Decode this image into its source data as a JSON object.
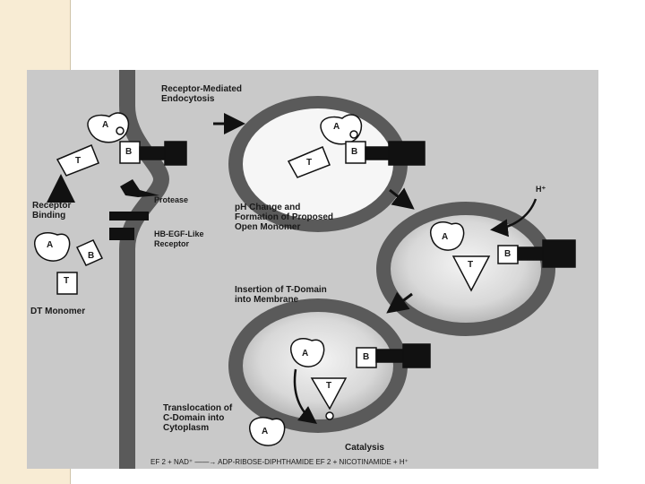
{
  "colors": {
    "slide_bg": "#ffffff",
    "left_strip": "#f8ecd4",
    "panel_bg": "#c9c9c9",
    "membrane": "#5a5a5a",
    "ink": "#111111"
  },
  "labels": {
    "receptor_endocytosis": "Receptor-Mediated\nEndocytosis",
    "protease": "Protease",
    "receptor_binding": "Receptor\nBinding",
    "hb_egf": "HB-EGF-Like\nReceptor",
    "dt_monomer": "DT Monomer",
    "ph_change": "pH Change and\nFormation of Proposed\nOpen Monomer",
    "h_plus": "H⁺",
    "insertion": "Insertion of T-Domain\ninto Membrane",
    "translocation": "Translocation of\nC-Domain into\nCytoplasm",
    "catalysis": "Catalysis",
    "equation": "EF 2 + NAD⁺ ——→ ADP-RIBOSE-DIPHTHAMIDE EF 2 + NICOTINAMIDE + H⁺"
  },
  "domains": {
    "a": "A",
    "b": "B",
    "t": "T"
  }
}
